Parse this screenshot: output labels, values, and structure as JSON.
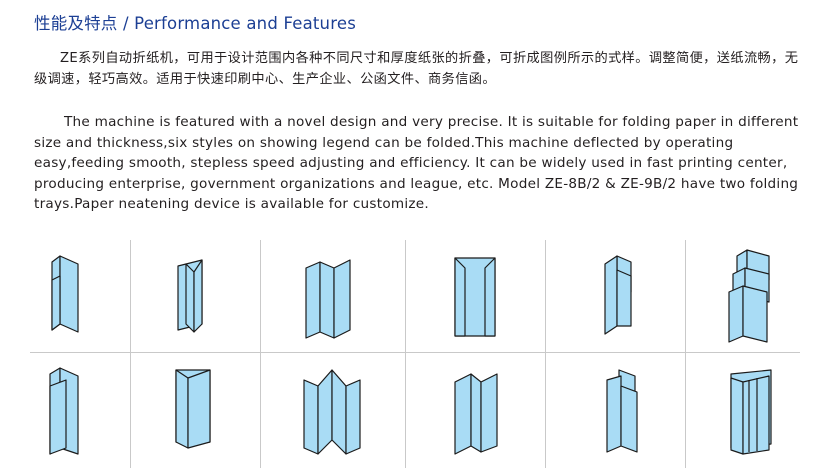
{
  "heading": "性能及特点 / Performance and Features",
  "description_zh": "ZE系列自动折纸机，可用于设计范围内各种不同尺寸和厚度纸张的折叠，可折成图例所示的式样。调整简便，送纸流畅，无级调速，轻巧高效。适用于快速印刷中心、生产企业、公函文件、商务信函。",
  "description_en": "The machine is featured with a novel design and very precise. It is suitable for folding paper in different size and thickness,six styles on showing legend can be folded.This machine deflected by operating easy,feeding smooth, stepless speed adjusting and efficiency. It can be widely used in fast printing center, producing enterprise, government organizations and league, etc. Model ZE-8B/2 & ZE-9B/2 have two folding trays.Paper neatening device is available for customize.",
  "colors": {
    "heading": "#1c3f94",
    "paper_fill": "#a9dcf5",
    "paper_stroke": "#1b1b1b",
    "grid_line": "#c9c9c9"
  },
  "fold_diagrams": [
    {
      "row": 1,
      "icons": [
        "z-fold-icon",
        "tri-fold-icon",
        "accordion-fold-icon",
        "gate-fold-icon",
        "double-parallel-fold-icon",
        "stacked-fold-icon"
      ]
    },
    {
      "row": 2,
      "icons": [
        "letter-fold-icon",
        "roll-fold-icon",
        "multi-panel-fold-icon",
        "m-fold-icon",
        "open-gate-fold-icon",
        "booklet-fold-icon"
      ]
    }
  ]
}
